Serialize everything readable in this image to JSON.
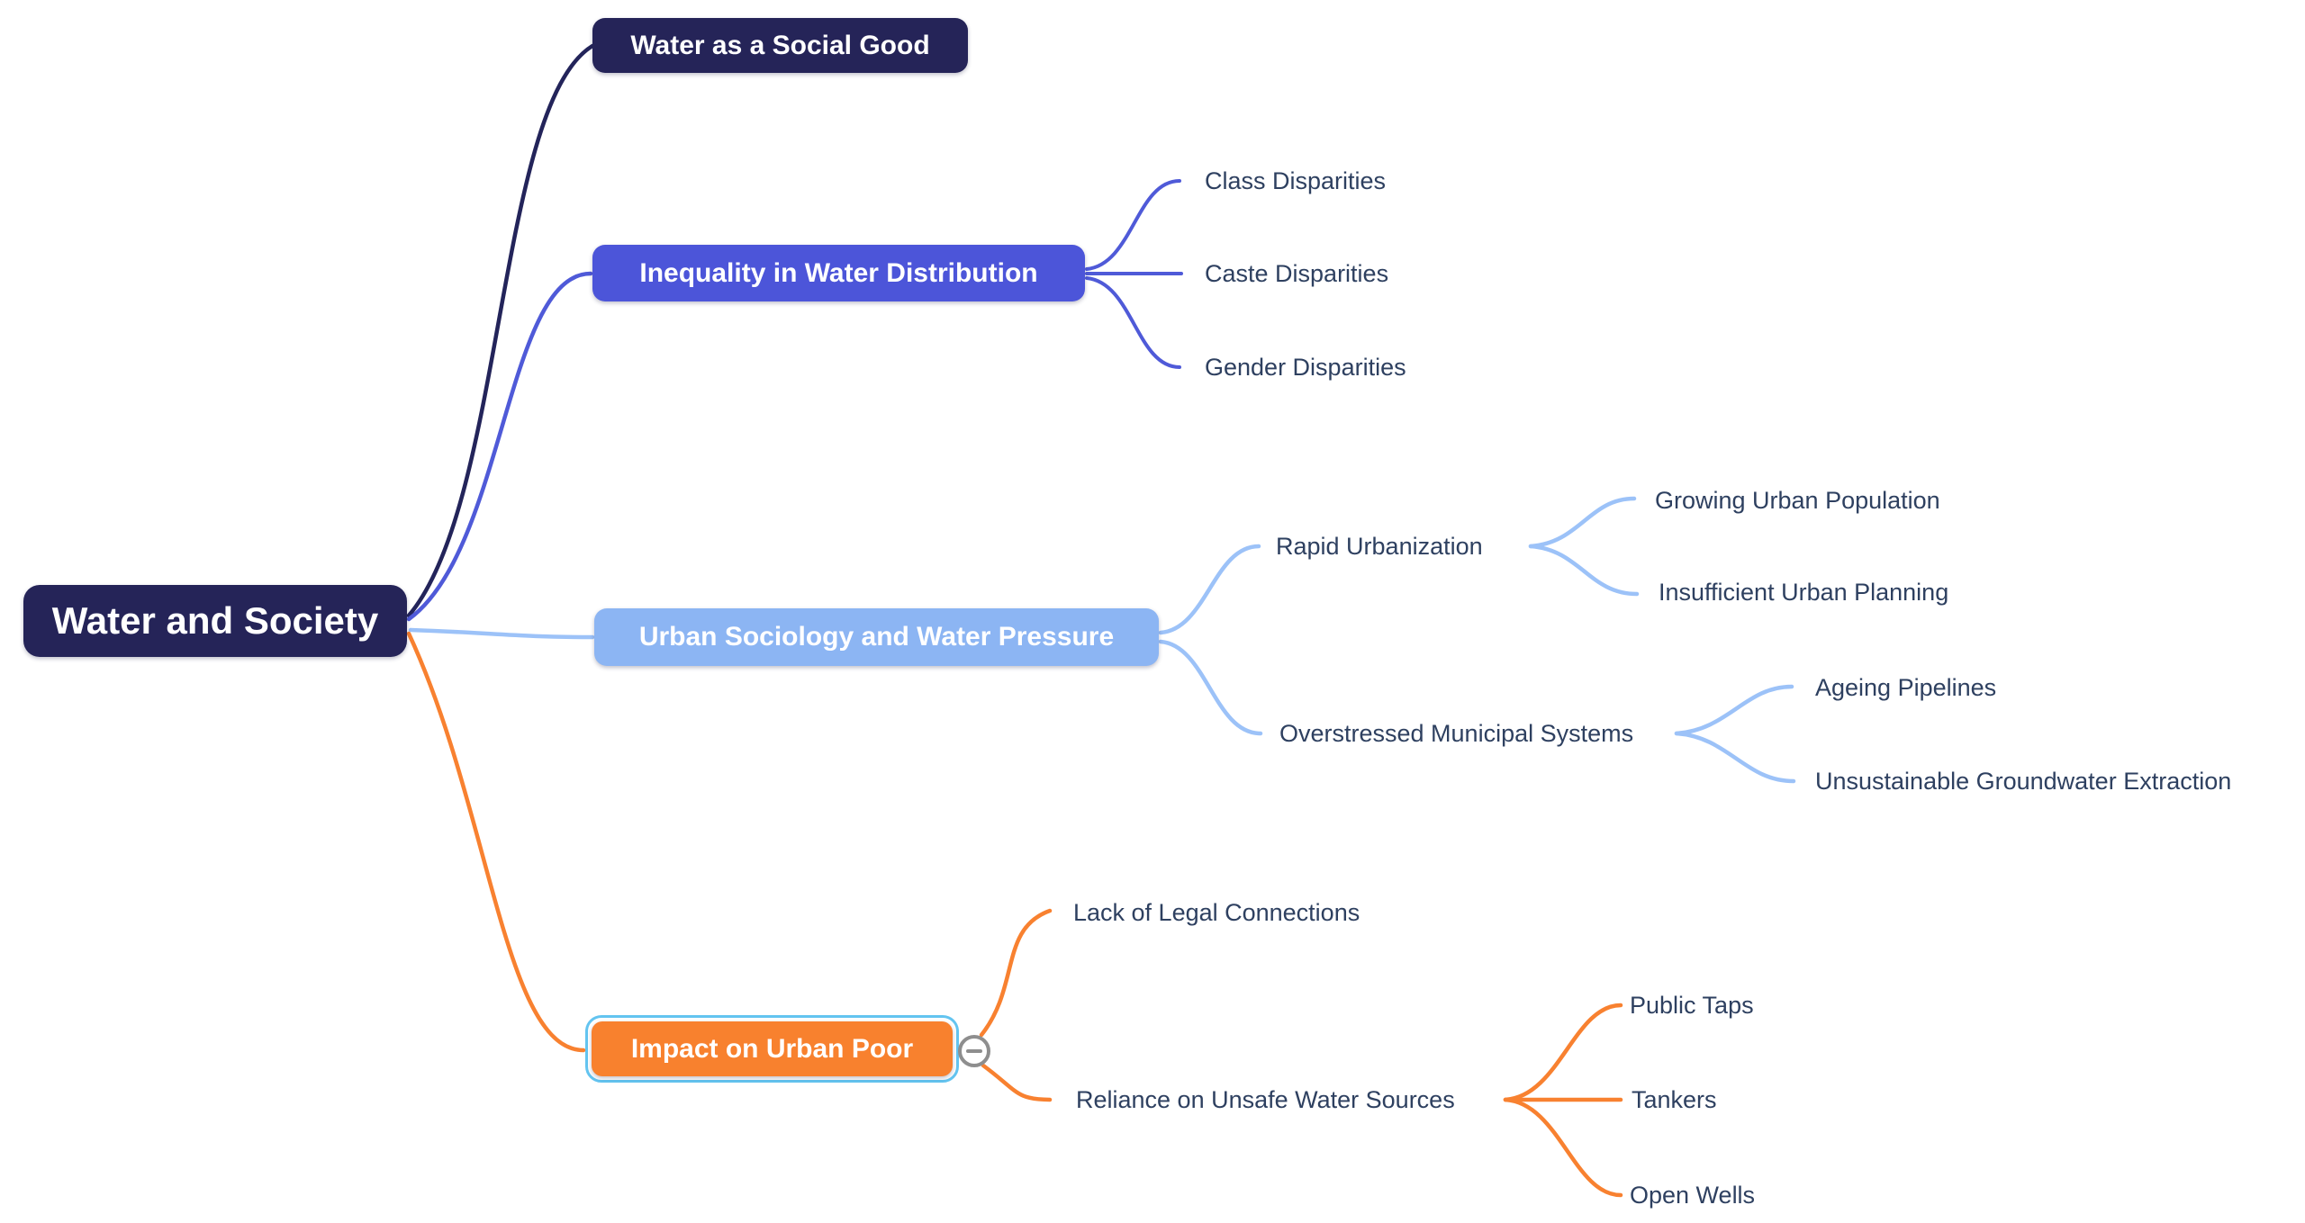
{
  "app": {
    "type": "mindmap-canvas"
  },
  "colors": {
    "background": "#ffffff",
    "navy": "#252458",
    "indigo": "#4c55d9",
    "indigo_edge": "#4f5ad8",
    "light_blue": "#8cb5f3",
    "light_blue_edge": "#9cc2f8",
    "orange": "#f8812e",
    "orange_edge": "#f88130",
    "selection_border": "#63c4f0",
    "child_text": "#2e4060",
    "collapse_gray": "#8e8e8e"
  },
  "root": {
    "label": "Water and Society"
  },
  "branches": [
    {
      "label": "Water as a Social Good",
      "children": []
    },
    {
      "label": "Inequality in Water Distribution",
      "children": [
        {
          "label": "Class Disparities"
        },
        {
          "label": "Caste Disparities"
        },
        {
          "label": "Gender Disparities"
        }
      ]
    },
    {
      "label": "Urban Sociology and Water Pressure",
      "children": [
        {
          "label": "Rapid Urbanization",
          "children": [
            {
              "label": "Growing Urban Population"
            },
            {
              "label": "Insufficient Urban Planning"
            }
          ]
        },
        {
          "label": "Overstressed Municipal Systems",
          "children": [
            {
              "label": "Ageing Pipelines"
            },
            {
              "label": "Unsustainable Groundwater Extraction"
            }
          ]
        }
      ]
    },
    {
      "label": "Impact on Urban Poor",
      "selected": true,
      "collapse_button": "−",
      "children": [
        {
          "label": "Lack of Legal Connections"
        },
        {
          "label": "Reliance on Unsafe Water Sources",
          "children": [
            {
              "label": "Public Taps"
            },
            {
              "label": "Tankers"
            },
            {
              "label": "Open Wells"
            }
          ]
        }
      ]
    }
  ]
}
